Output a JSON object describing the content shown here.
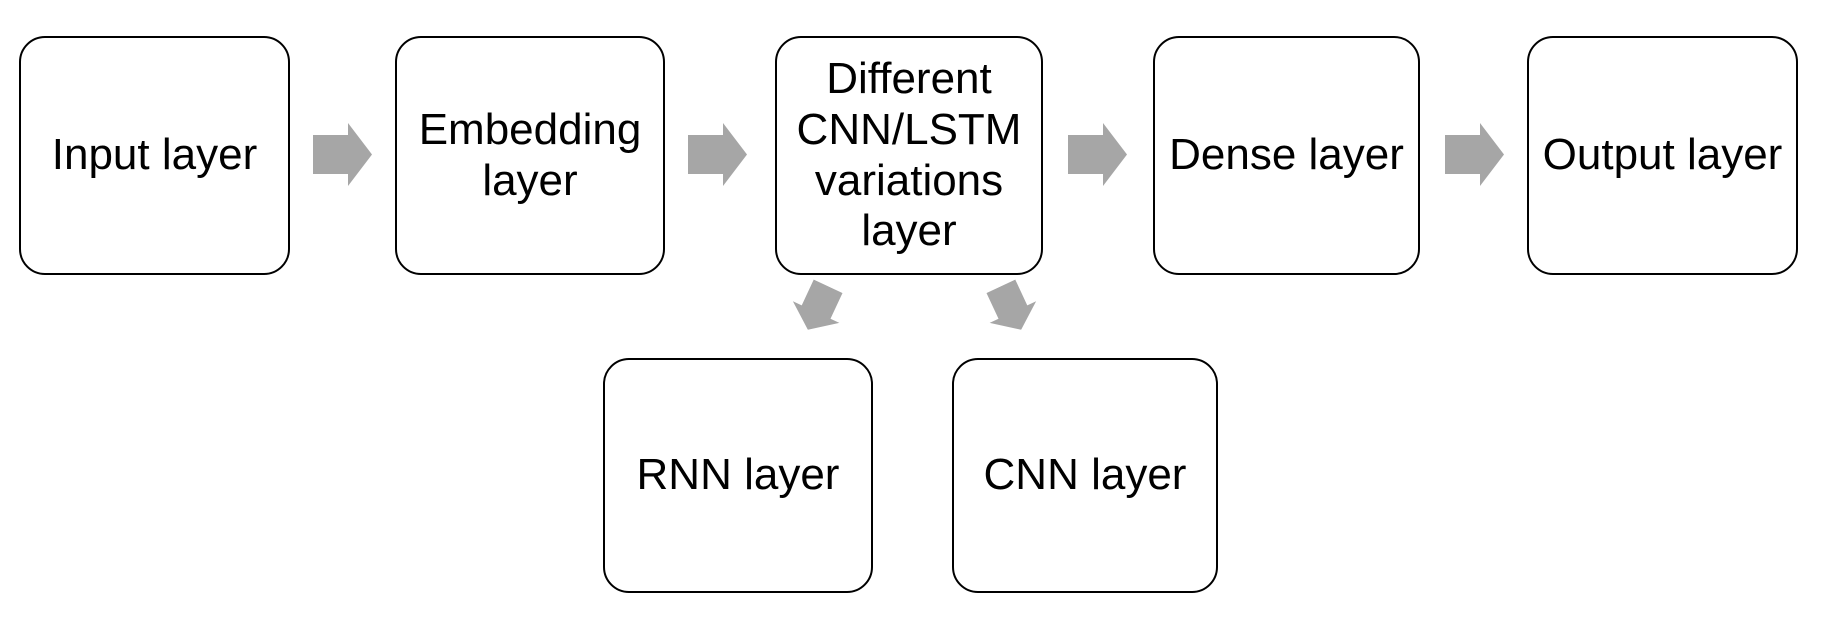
{
  "diagram": {
    "description": "Neural network model architecture flow diagram",
    "colors": {
      "background": "#ffffff",
      "box_border": "#000000",
      "text": "#000000",
      "arrow_fill": "#a6a6a6"
    },
    "boxes": [
      {
        "id": "input",
        "label": "Input layer"
      },
      {
        "id": "embedding",
        "label": "Embedding layer"
      },
      {
        "id": "variations",
        "label": "Different CNN/LSTM variations layer"
      },
      {
        "id": "dense",
        "label": "Dense layer"
      },
      {
        "id": "output",
        "label": "Output layer"
      },
      {
        "id": "rnn",
        "label": "RNN layer"
      },
      {
        "id": "cnn",
        "label": "CNN layer"
      }
    ],
    "connections": [
      {
        "from": "input",
        "to": "embedding",
        "direction": "right"
      },
      {
        "from": "embedding",
        "to": "variations",
        "direction": "right"
      },
      {
        "from": "variations",
        "to": "dense",
        "direction": "right"
      },
      {
        "from": "dense",
        "to": "output",
        "direction": "right"
      },
      {
        "from": "variations",
        "to": "rnn",
        "direction": "down-left"
      },
      {
        "from": "variations",
        "to": "cnn",
        "direction": "down-right"
      }
    ]
  }
}
